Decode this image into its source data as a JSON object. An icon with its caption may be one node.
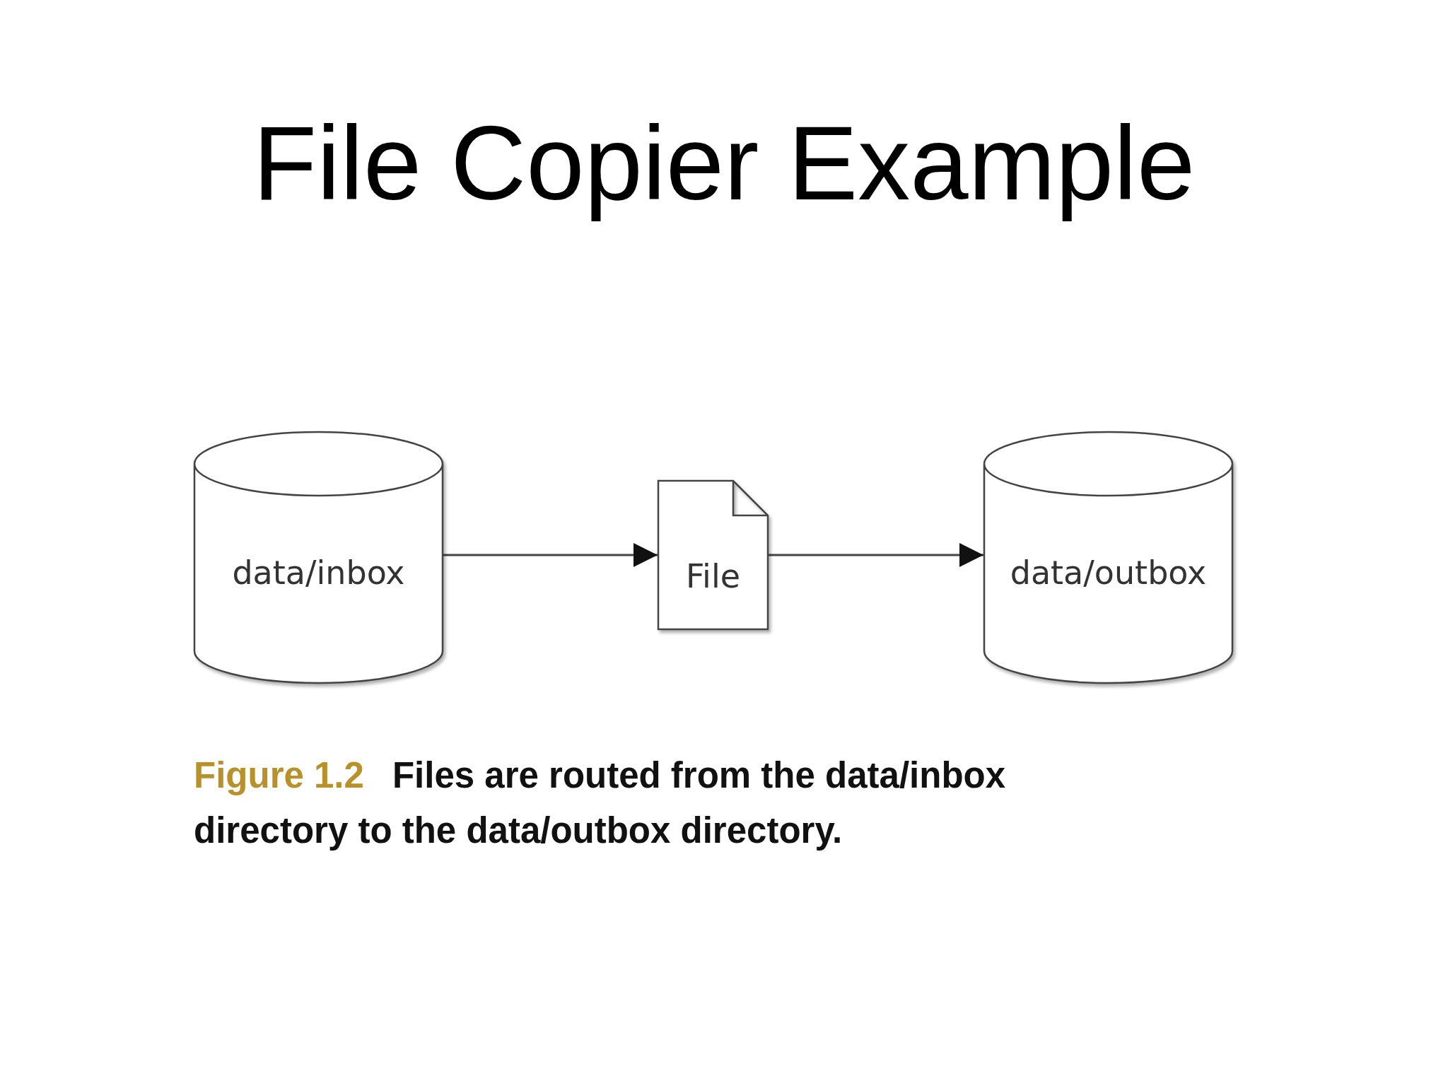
{
  "diagram": {
    "title": "File Copier Example",
    "caption": "Files are routed from the data/inbox directory to the data/outbox directory.",
    "nodes": [
      {
        "text": [
          "data/inbox"
        ]
      },
      {
        "text": [
          "File"
        ]
      },
      {
        "text": [
          "data/outbox"
        ]
      }
    ],
    "edges": [
      {
        "from": 0,
        "to": 1,
        "arrow": "to"
      },
      {
        "from": 1,
        "to": 2,
        "arrow": "to"
      }
    ],
    "labels": [
      "Figure 1.2"
    ]
  }
}
